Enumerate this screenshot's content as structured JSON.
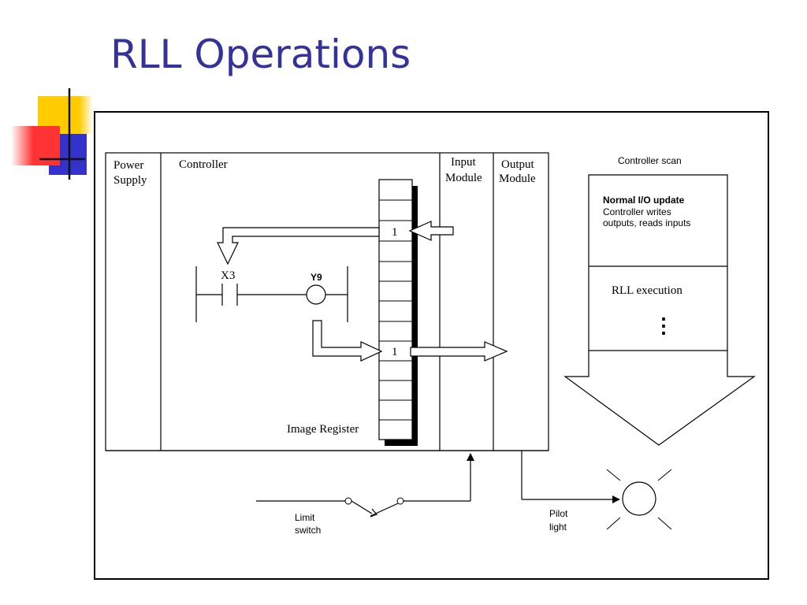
{
  "slide": {
    "title": "RLL Operations"
  },
  "diagram": {
    "power_supply": [
      "Power",
      "Supply"
    ],
    "controller": "Controller",
    "input_module": [
      "Input",
      "Module"
    ],
    "output_module": [
      "Output",
      "Module"
    ],
    "contact_label": "X3",
    "coil_label": "Y9",
    "image_register": "Image Register",
    "register_value_input": "1",
    "register_value_output": "1",
    "limit_switch": [
      "Limit",
      "switch"
    ],
    "pilot_light": [
      "Pilot",
      "light"
    ],
    "scan": {
      "title": "Controller scan",
      "io_update_heading": "Normal I/O update",
      "io_update_text": [
        "Controller writes",
        "outputs, reads inputs"
      ],
      "rll_execution": "RLL execution",
      "ellipsis": "⋮"
    }
  },
  "colors": {
    "title": "#333399",
    "deco_yellow": "#ffcc00",
    "deco_blue": "#3333cc",
    "deco_red": "#ff3333"
  }
}
